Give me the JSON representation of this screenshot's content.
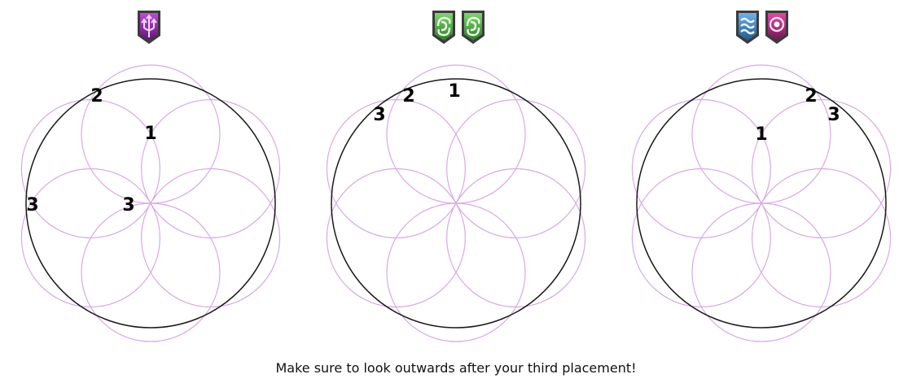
{
  "colors": {
    "petal": "#d9a8e6",
    "ring": "#1a1a1a",
    "marker": "#000000"
  },
  "panels": [
    {
      "name": "panel-1",
      "icons": [
        "purple-trident-crest-icon"
      ],
      "markers": [
        {
          "label": "1",
          "pos": "upper-center"
        },
        {
          "label": "2",
          "pos": "top-left-edge"
        },
        {
          "label": "3",
          "pos": "left-edge"
        },
        {
          "label": "3",
          "pos": "center-left"
        }
      ]
    },
    {
      "name": "panel-2",
      "icons": [
        "green-swirl-crest-icon",
        "green-swirl-crest-icon"
      ],
      "markers": [
        {
          "label": "1",
          "pos": "top-edge"
        },
        {
          "label": "2",
          "pos": "top-left-edge"
        },
        {
          "label": "3",
          "pos": "upper-left-edge"
        }
      ]
    },
    {
      "name": "panel-3",
      "icons": [
        "blue-wave-crest-icon",
        "pink-eye-crest-icon"
      ],
      "markers": [
        {
          "label": "1",
          "pos": "upper-center"
        },
        {
          "label": "2",
          "pos": "top-right-edge"
        },
        {
          "label": "3",
          "pos": "upper-right-edge"
        }
      ]
    }
  ],
  "caption": "Make sure to look outwards after your third placement!"
}
